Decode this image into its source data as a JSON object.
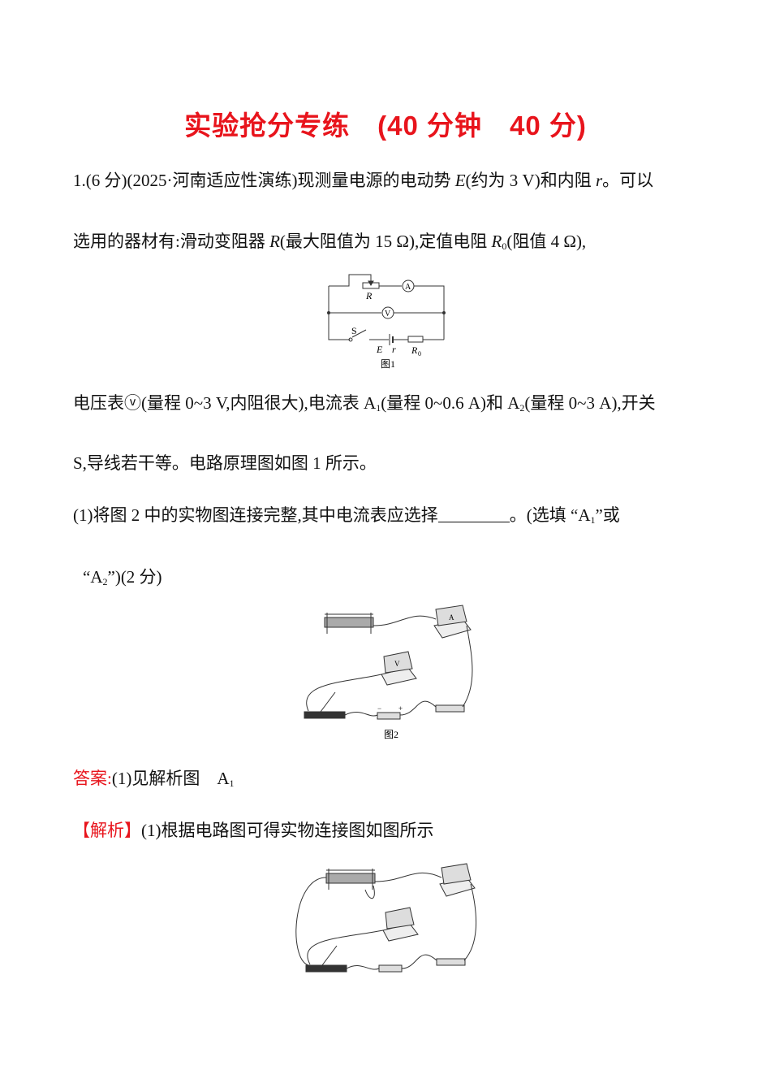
{
  "title": "实验抢分专练　(40 分钟　40 分)",
  "q1": {
    "line1": {
      "a": "1.(6 分)(2025·河南适应性演练)现测量电源的电动势 ",
      "E": "E",
      "b": "(约为 3 V)和内阻 ",
      "r": "r",
      "c": "。可以"
    },
    "line2": {
      "a": "选用的器材有:滑动变阻器 ",
      "R": "R",
      "b": "(最大阻值为 15 Ω),定值电阻 ",
      "R0": "R",
      "R0sub": "0",
      "c": "(阻值 4 Ω),"
    },
    "line3": {
      "a": "电压表ⓥ(量程 0~3 V,内阻很大),电流表 A",
      "s1": "1",
      "b": "(量程 0~0.6 A)和 A",
      "s2": "2",
      "c": "(量程 0~3 A),开关"
    },
    "line4": "S,导线若干等。电路原理图如图 1 所示。",
    "part1a": {
      "a": "(1)将图 2 中的实物图连接完整,其中电流表应选择",
      "b": "。(选填 “A",
      "s1": "1",
      "c": "”或"
    },
    "part1b": {
      "a": "“A",
      "s2": "2",
      "b": "”)(2 分)"
    }
  },
  "fig1": {
    "caption": "图1",
    "labels": {
      "R": "R",
      "A": "A",
      "V": "V",
      "S": "S",
      "E": "E",
      "r": "r",
      "R0": "R",
      "R0sub": "0"
    }
  },
  "fig2": {
    "caption": "图2",
    "A": "A",
    "V": "V",
    "minus": "−",
    "plus": "+"
  },
  "answer": {
    "label": "答案:",
    "text": "(1)见解析图　A",
    "sub": "1"
  },
  "analysis": {
    "label": "【解析】",
    "text": "(1)根据电路图可得实物连接图如图所示"
  },
  "colors": {
    "accent": "#e8141c"
  }
}
